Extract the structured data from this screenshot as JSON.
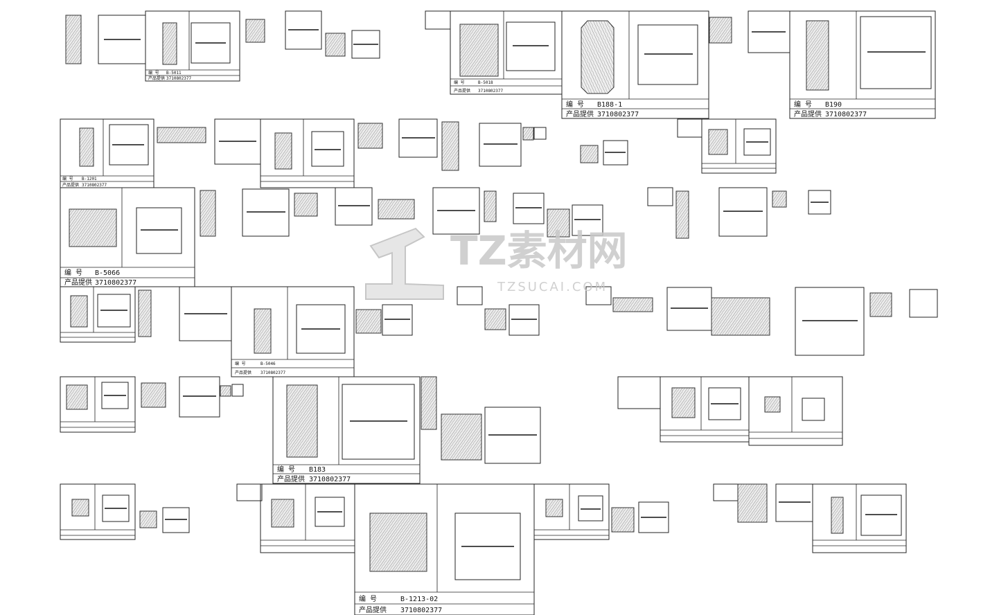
{
  "watermark": {
    "brand_cn": "TZ素材网",
    "brand_en": "TZSUCAI.COM"
  },
  "title_blocks": [
    {
      "label_no": "编 号",
      "code": "B-5011",
      "label_supply": "产品提供",
      "phone": "3710802377"
    },
    {
      "label_no": "编 号",
      "code": "B-5018",
      "label_supply": "产品提供",
      "phone": "3710802377"
    },
    {
      "label_no": "编 号",
      "code": "B188-1",
      "label_supply": "产品提供",
      "phone": "3710802377"
    },
    {
      "label_no": "编 号",
      "code": "B190",
      "label_supply": "产品提供",
      "phone": "3710802377"
    },
    {
      "label_no": "编 号",
      "code": "B-1201",
      "label_supply": "产品提供",
      "phone": "3710802377"
    },
    {
      "label_no": "编 号",
      "code": "B-5066",
      "label_supply": "产品提供",
      "phone": "3710802377"
    },
    {
      "label_no": "编 号",
      "code": "B-5046",
      "label_supply": "产品提供",
      "phone": "3710802377"
    },
    {
      "label_no": "编 号",
      "code": "B183",
      "label_supply": "产品提供",
      "phone": "3710802377"
    },
    {
      "label_no": "编 号",
      "code": "B-1213-02",
      "label_supply": "产品提供",
      "phone": "3710802377"
    }
  ]
}
